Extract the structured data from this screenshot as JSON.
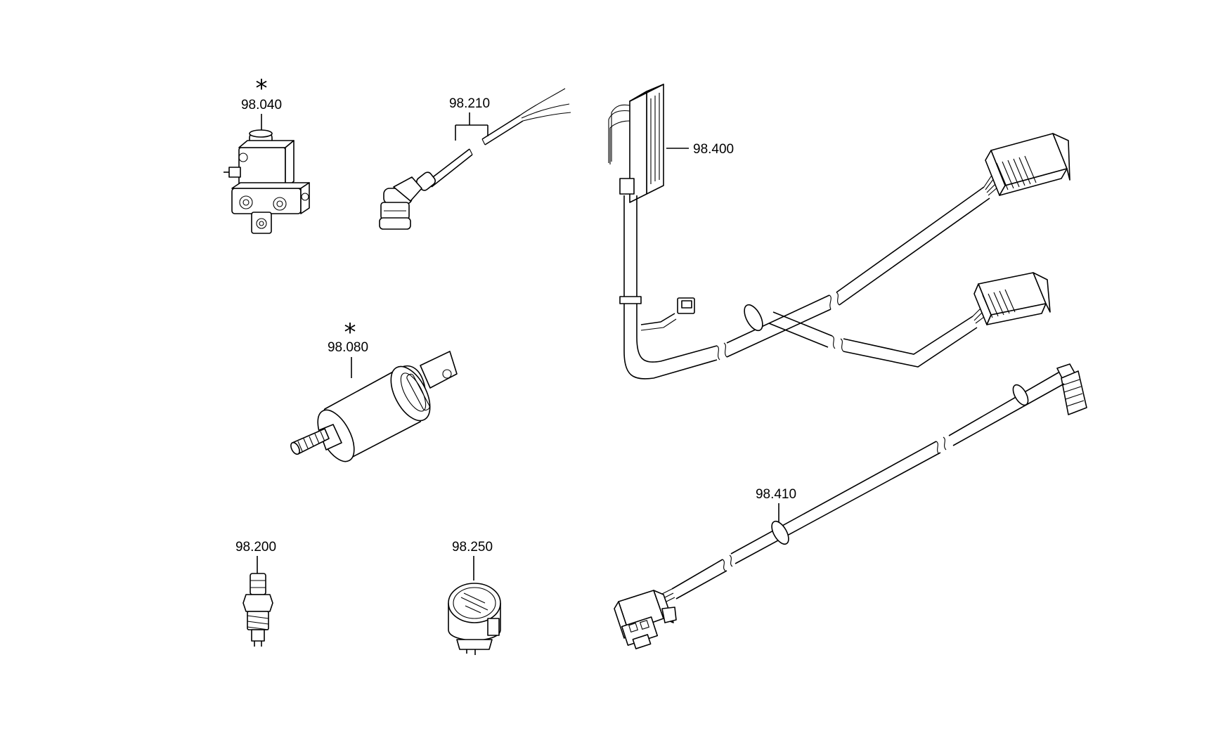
{
  "parts": {
    "p98040": {
      "label": "98.040",
      "marker": "*"
    },
    "p98080": {
      "label": "98.080",
      "marker": "*"
    },
    "p98210": {
      "label": "98.210"
    },
    "p98400": {
      "label": "98.400"
    },
    "p98410": {
      "label": "98.410"
    },
    "p98200": {
      "label": "98.200"
    },
    "p98250": {
      "label": "98.250"
    }
  },
  "colors": {
    "line": "#000000",
    "background": "#ffffff"
  },
  "icons": [
    "solenoid-valve-icon",
    "actuator-cylinder-icon",
    "sensor-cable-icon",
    "wiring-harness-icon",
    "cable-assembly-icon",
    "pressure-switch-icon",
    "gauge-icon"
  ]
}
